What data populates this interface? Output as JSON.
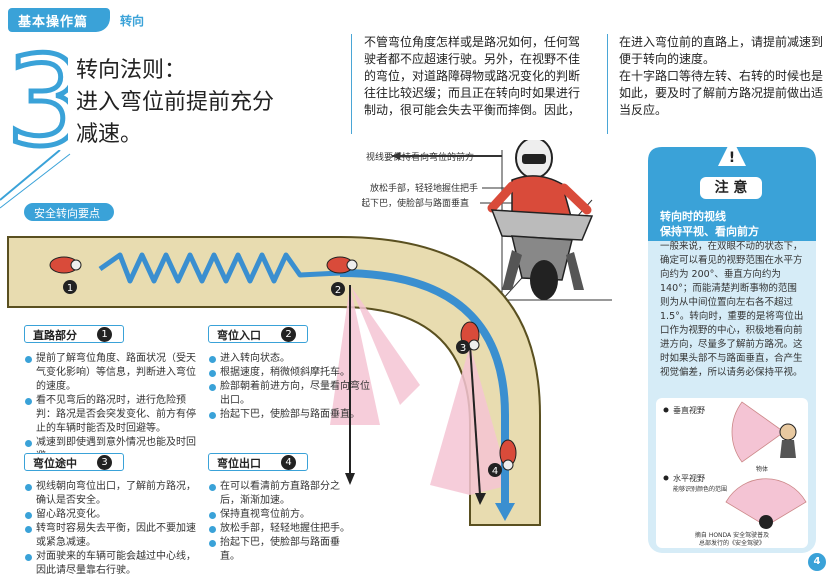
{
  "header": {
    "section": "基本操作篇",
    "topic": "转向"
  },
  "title": {
    "number": "3",
    "line1": "转向法则：",
    "line2": "进入弯位前提前充分",
    "line3": "减速。"
  },
  "intro": {
    "col1": [
      "不管弯位角度怎样或是路况如何，任何驾",
      "驶者都不应超速行驶。另外，在视野不佳",
      "的弯位，对道路障碍物或路况变化的判断",
      "往往比较迟缓；而且正在转向时如果进行",
      "制动，很可能会失去平衡而摔倒。因此，"
    ],
    "col2": [
      "在进入弯位前的直路上，请提前减速到",
      "便于转向的速度。",
      "在十字路口等待左转、右转的时候也是",
      "如此，要及时了解前方路况提前做出适",
      "当反应。"
    ]
  },
  "rider_captions": {
    "gaze": "视线要保持看向弯位的前方",
    "grip": "放松手部，轻轻地握住把手",
    "chin": "抬起下巴，使脸部与路面垂直"
  },
  "section_label": "安全转向要点",
  "markers": [
    "1",
    "2",
    "3",
    "4"
  ],
  "points": [
    {
      "title": "直路部分",
      "num": "1",
      "items": [
        "提前了解弯位角度、路面状况（受天气变化影响）等信息，判断进入弯位的速度。",
        "看不见弯后的路况时，进行危险预判：路况是否会突发变化、前方有停止的车辆时能否及时回避等。",
        "减速到即使遇到意外情况也能及时回避。"
      ]
    },
    {
      "title": "弯位入口",
      "num": "2",
      "items": [
        "进入转向状态。",
        "根据速度，稍微倾斜摩托车。",
        "脸部朝着前进方向，尽量看向弯位出口。",
        "抬起下巴，使脸部与路面垂直。"
      ]
    },
    {
      "title": "弯位途中",
      "num": "3",
      "items": [
        "视线朝向弯位出口，了解前方路况，确认是否安全。",
        "留心路况变化。",
        "转弯时容易失去平衡，因此不要加速或紧急减速。",
        "对面驶来的车辆可能会越过中心线，因此请尽量靠右行驶。"
      ]
    },
    {
      "title": "弯位出口",
      "num": "4",
      "items": [
        "在可以看清前方直路部分之后，渐渐加速。",
        "保持直视弯位前方。",
        "放松手部，轻轻地握住把手。",
        "抬起下巴，使脸部与路面垂直。"
      ]
    }
  ],
  "note": {
    "mark": "!",
    "title": "注 意",
    "sub1": "转向时的视线",
    "sub2": "保持平视、看向前方",
    "body": "一般来说，在双眼不动的状态下，确定可以看见的视野范围在水平方向约为 200°、垂直方向约为 140°；而能清楚判断事物的范围则为从中间位置向左右各不超过 1.5°。转向时，重要的是将弯位出口作为视野的中心，积极地看向前进方向，尽量多了解前方路况。这时如果头部不与路面垂直，合产生视觉偏差，所以请务必保持平视。",
    "fig_vertical": "垂直视野",
    "fig_horizontal": "水平视野",
    "fig_horizontal_sub": "能够识别颜色的范围",
    "fig_object": "物体",
    "source1": "摘自 HONDA 安全驾驶普及",
    "source2": "总部发行的《安全驾驶》"
  },
  "page_number": "4",
  "colors": {
    "accent": "#3aa2d8",
    "road": "#e8dcb0",
    "road_border": "#5a5020",
    "trajectory": "#3a8fd0",
    "view_cone": "#f4c4d4"
  }
}
